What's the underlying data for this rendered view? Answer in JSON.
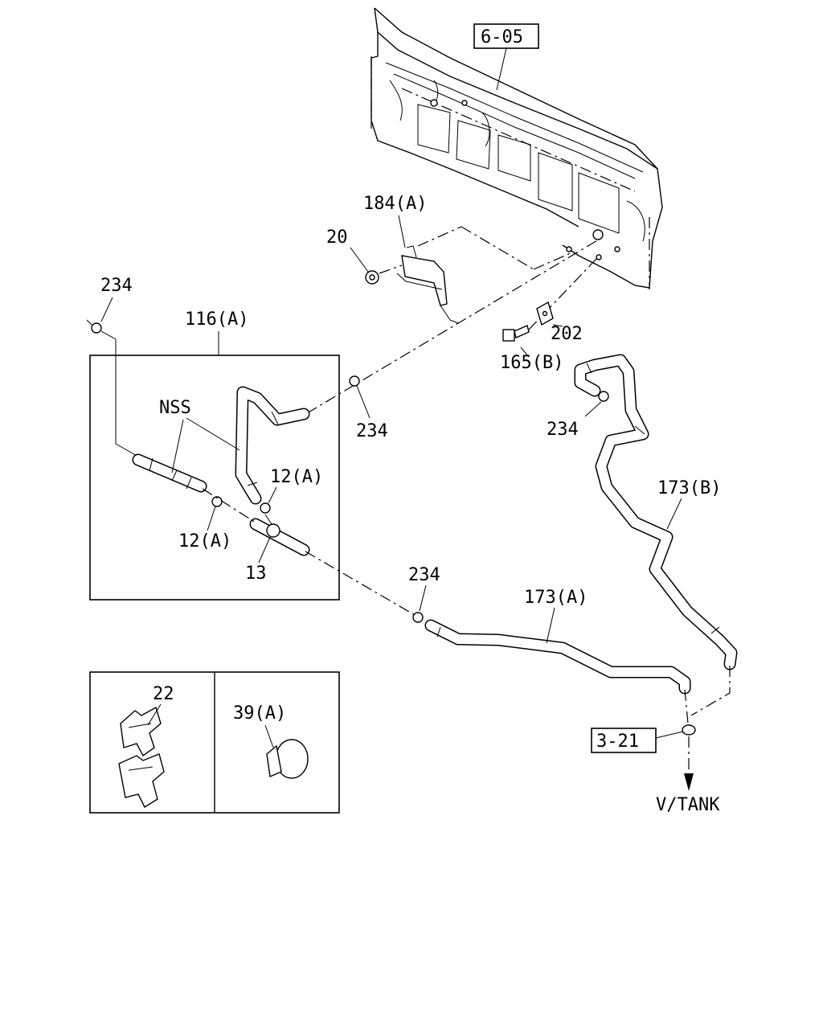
{
  "labels": {
    "ref_6_05": "6-05",
    "ref_3_21": "3-21",
    "p184a": "184(A)",
    "p20": "20",
    "p234_top": "234",
    "p116a": "116(A)",
    "p202": "202",
    "p165b": "165(B)",
    "nss": "NSS",
    "p234_mid": "234",
    "p234_right": "234",
    "p12a_right": "12(A)",
    "p12a_left": "12(A)",
    "p13": "13",
    "p173b": "173(B)",
    "p234_low": "234",
    "p173a": "173(A)",
    "p22": "22",
    "p39a": "39(A)",
    "v_tank": "V/TANK"
  }
}
